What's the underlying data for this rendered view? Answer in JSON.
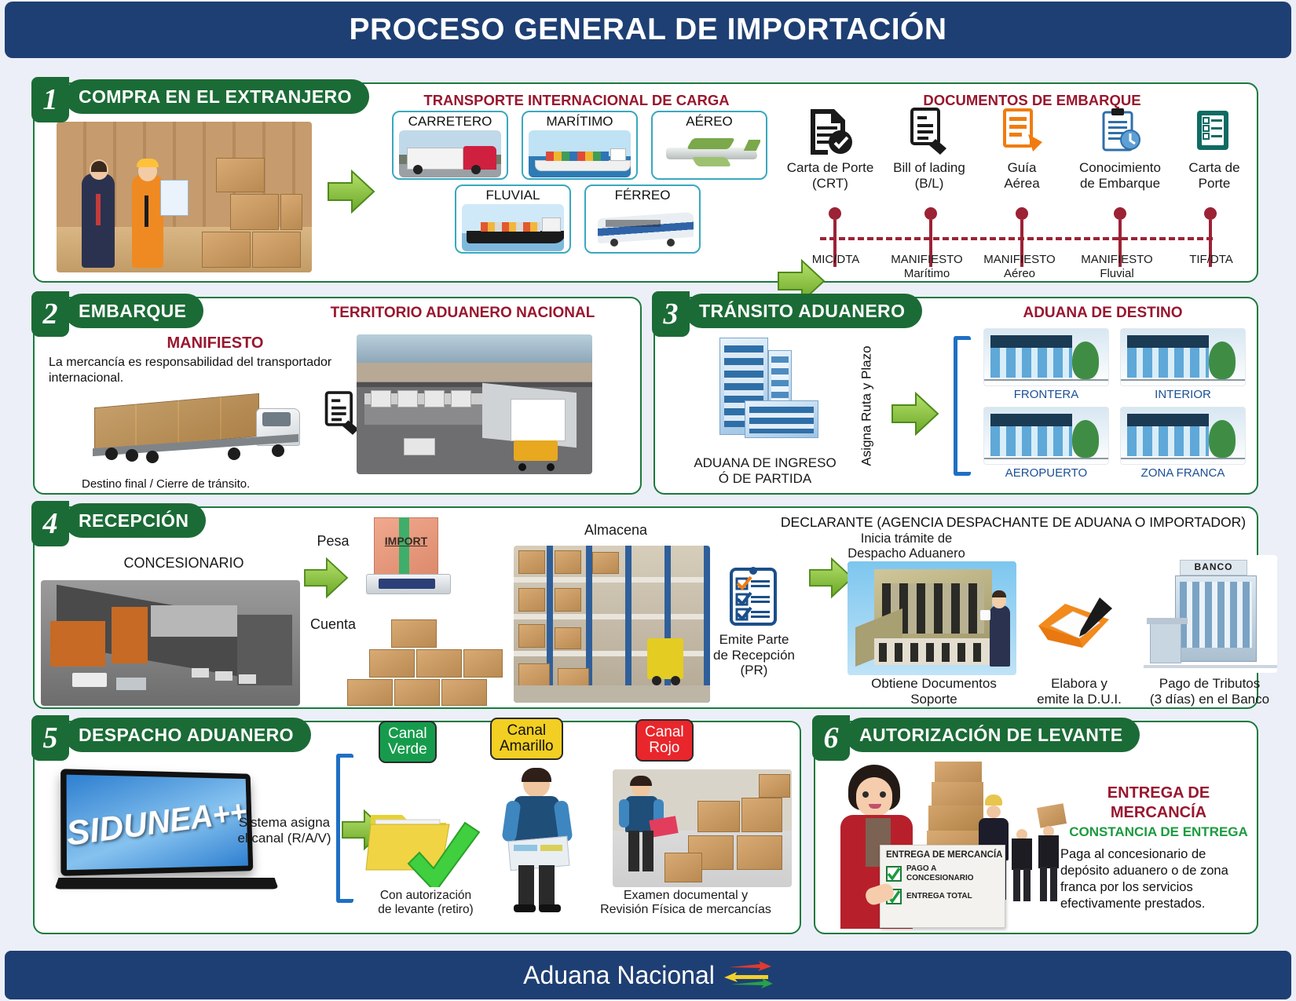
{
  "header": {
    "title": "PROCESO GENERAL DE IMPORTACIÓN"
  },
  "footer": {
    "brand": "Aduana Nacional",
    "logo_icon": "arrows-logo"
  },
  "colors": {
    "navy": "#1e3f73",
    "green": "#1b6b36",
    "dark_red": "#99162e",
    "blue_bracket": "#1f6fc4",
    "canal_verde": "#169b4c",
    "canal_amarillo": "#f2cf22",
    "canal_rojo": "#e8262b"
  },
  "sections": {
    "s1": {
      "number": "1",
      "title": "COMPRA EN EL EXTRANJERO",
      "transport_heading": "TRANSPORTE INTERNACIONAL DE CARGA",
      "transport_modes": [
        {
          "label": "CARRETERO",
          "icon": "truck-icon"
        },
        {
          "label": "MARÍTIMO",
          "icon": "container-ship-icon"
        },
        {
          "label": "AÉREO",
          "icon": "airplane-icon"
        },
        {
          "label": "FLUVIAL",
          "icon": "river-barge-icon"
        },
        {
          "label": "FÉRREO",
          "icon": "train-icon"
        }
      ],
      "documents_heading": "DOCUMENTOS DE EMBARQUE",
      "documents": [
        {
          "label": "Carta de Porte\n(CRT)",
          "line1": "Carta de Porte",
          "line2": "(CRT)",
          "icon": "document-check-icon",
          "manifest": "MIC/DTA",
          "manifest_line2": ""
        },
        {
          "label": "Bill of lading (B/L)",
          "line1": "Bill of lading",
          "line2": "(B/L)",
          "icon": "document-hand-icon",
          "manifest": "MANIFIESTO",
          "manifest_line2": "Marítimo"
        },
        {
          "label": "Guía Aérea",
          "line1": "Guía",
          "line2": "Aérea",
          "icon": "orange-document-icon",
          "manifest": "MANIFIESTO",
          "manifest_line2": "Aéreo"
        },
        {
          "label": "Conocimiento de Embarque",
          "line1": "Conocimiento",
          "line2": "de Embarque",
          "icon": "clipboard-clock-icon",
          "manifest": "MANIFIESTO",
          "manifest_line2": "Fluvial"
        },
        {
          "label": "Carta de Porte",
          "line1": "Carta de",
          "line2": "Porte",
          "icon": "checklist-clipboard-icon",
          "manifest": "TIF/DTA",
          "manifest_line2": ""
        }
      ],
      "arrow_icons": [
        "green-arrow-icon",
        "green-arrow-icon"
      ],
      "photo_icon": "warehouse-buyers-photo"
    },
    "s2": {
      "number": "2",
      "title": "EMBARQUE",
      "manifiesto_heading": "MANIFIESTO",
      "body_text": "La mercancía es responsabilidad del transportador internacional.",
      "caption": "Destino final / Cierre de tránsito.",
      "territory_heading": "TERRITORIO ADUANERO NACIONAL",
      "truck_icon": "cargo-truck-photo",
      "doc_icon": "document-hand-icon",
      "border_photo_icon": "border-crossing-photo"
    },
    "s3": {
      "number": "3",
      "title": "TRÁNSITO ADUANERO",
      "origin_line1": "ADUANA DE INGRESO",
      "origin_line2": "Ó DE PARTIDA",
      "vertical_text": "Asigna Ruta y Plazo",
      "destination_heading": "ADUANA DE DESTINO",
      "destinations": [
        {
          "label": "FRONTERA",
          "icon": "office-building-icon"
        },
        {
          "label": "INTERIOR",
          "icon": "office-building-icon"
        },
        {
          "label": "AEROPUERTO",
          "icon": "office-building-icon"
        },
        {
          "label": "ZONA FRANCA",
          "icon": "office-building-icon"
        }
      ],
      "building_icon": "customs-tower-icon",
      "arrow_icon": "green-arrow-icon"
    },
    "s4": {
      "number": "4",
      "title": "RECEPCIÓN",
      "concesionario": "CONCESIONARIO",
      "pesa": "Pesa",
      "cuenta": "Cuenta",
      "almacena": "Almacena",
      "pr_line1": "Emite Parte",
      "pr_line2": "de Recepción",
      "pr_line3": "(PR)",
      "declarante_heading": "DECLARANTE (AGENCIA DESPACHANTE DE ADUANA O IMPORTADOR)",
      "inicia_line1": "Inicia trámite de",
      "inicia_line2": "Despacho Aduanero",
      "obtiene_line1": "Obtiene Documentos",
      "obtiene_line2": "Soporte",
      "elabora_line1": "Elabora y",
      "elabora_line2": "emite la D.U.I.",
      "pago_line1": "Pago de Tributos",
      "pago_line2": "(3 días) en el Banco",
      "scale_box_text": "IMPORT",
      "bank_text": "BANCO",
      "icons": [
        "concessionaire-photo",
        "scale-icon",
        "boxes-stack-photo",
        "warehouse-shelves-photo",
        "clipboard-check-icon",
        "agency-building-photo",
        "orange-folder-pen-icon",
        "bank-building-photo",
        "green-arrow-icon"
      ]
    },
    "s5": {
      "number": "5",
      "title": "DESPACHO ADUANERO",
      "system_name": "SIDUNEA++",
      "assign_line1": "Sistema asigna",
      "assign_line2": "el canal (R/A/V)",
      "channels": [
        {
          "line1": "Canal",
          "line2": "Verde",
          "bg": "#169b4c",
          "fg": "#ffffff"
        },
        {
          "line1": "Canal",
          "line2": "Amarillo",
          "bg": "#f2cf22",
          "fg": "#111111"
        },
        {
          "line1": "Canal",
          "line2": "Rojo",
          "bg": "#e8262b",
          "fg": "#ffffff"
        }
      ],
      "green_caption_line1": "Con autorización",
      "green_caption_line2": "de levante (retiro)",
      "red_caption_line1": "Examen documental y",
      "red_caption_line2": "Revisión Física de mercancías",
      "icons": [
        "laptop-icon",
        "green-arrow-icon",
        "folder-check-icon",
        "inspector-documents-photo",
        "inspector-boxes-photo"
      ]
    },
    "s6": {
      "number": "6",
      "title": "AUTORIZACIÓN DE LEVANTE",
      "entrega_line1": "ENTREGA DE",
      "entrega_line2": "MERCANCÍA",
      "constancia": "CONSTANCIA DE ENTREGA",
      "paragraph": "Paga al concesionario de depósito aduanero o de zona franca por los servicios efectivamente prestados.",
      "placard_title": "ENTREGA DE MERCANCÍA",
      "placard_items": [
        {
          "line1": "PAGO A",
          "line2": "CONCESIONARIO"
        },
        {
          "line1": "ENTREGA TOTAL",
          "line2": ""
        }
      ],
      "icons": [
        "woman-placard-photo",
        "workers-boxes-photo",
        "check-mark-icon"
      ]
    }
  }
}
